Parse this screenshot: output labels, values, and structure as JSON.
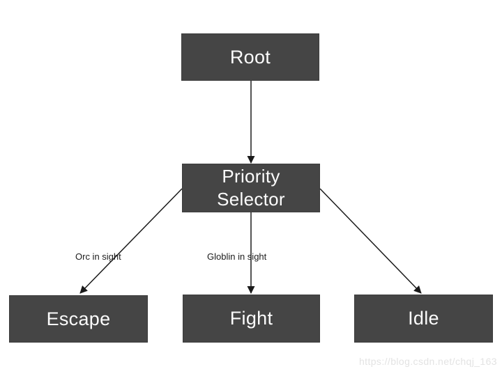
{
  "diagram": {
    "type": "behavior-tree",
    "nodes": [
      {
        "id": "root",
        "label": "Root"
      },
      {
        "id": "priority-selector",
        "label": "Priority\nSelector"
      },
      {
        "id": "escape",
        "label": "Escape"
      },
      {
        "id": "fight",
        "label": "Fight"
      },
      {
        "id": "idle",
        "label": "Idle"
      }
    ],
    "edges": [
      {
        "from": "root",
        "to": "priority-selector",
        "label": ""
      },
      {
        "from": "priority-selector",
        "to": "escape",
        "label": "Orc in sight"
      },
      {
        "from": "priority-selector",
        "to": "fight",
        "label": "Globlin in sight"
      },
      {
        "from": "priority-selector",
        "to": "idle",
        "label": ""
      }
    ],
    "colors": {
      "background": "#ffffff",
      "node_fill": "#454545",
      "node_text": "#fcfcfc",
      "edge_stroke": "#1a1a1a",
      "edge_label_text": "#1b1b1b",
      "watermark_text": "#e3e3e3"
    }
  },
  "watermark": {
    "text": "https://blog.csdn.net/chqj_163"
  }
}
